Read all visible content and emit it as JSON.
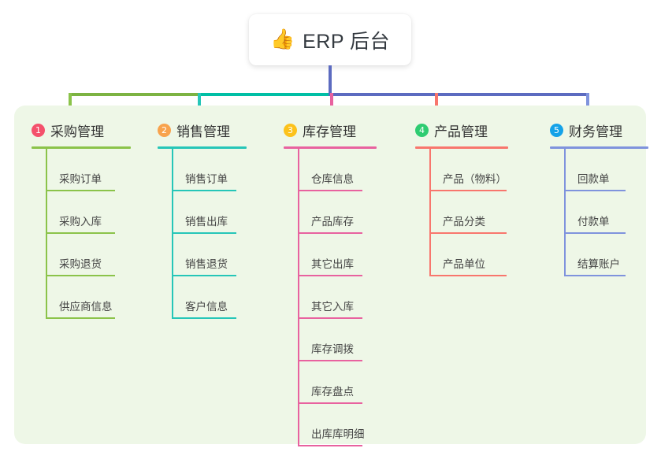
{
  "root": {
    "icon": "thumbs-up-icon",
    "icon_glyph": "👍",
    "title": "ERP 后台"
  },
  "panel": {
    "background": "#eef7e7"
  },
  "bus": {
    "segments": [
      {
        "name": "bus-green",
        "color": "#7cb342"
      },
      {
        "name": "bus-teal",
        "color": "#00bfa5"
      },
      {
        "name": "bus-blue",
        "color": "#5c6bc0"
      }
    ],
    "stem_color": "#5c6bc0"
  },
  "columns": [
    {
      "index": "1",
      "title": "采购管理",
      "badge_color": "#f4516c",
      "line_color": "#8bc34a",
      "items": [
        {
          "label": "采购订单"
        },
        {
          "label": "采购入库"
        },
        {
          "label": "采购退货"
        },
        {
          "label": "供应商信息"
        }
      ]
    },
    {
      "index": "2",
      "title": "销售管理",
      "badge_color": "#f8a34d",
      "line_color": "#26c6b8",
      "items": [
        {
          "label": "销售订单"
        },
        {
          "label": "销售出库"
        },
        {
          "label": "销售退货"
        },
        {
          "label": "客户信息"
        }
      ]
    },
    {
      "index": "3",
      "title": "库存管理",
      "badge_color": "#fcc21b",
      "line_color": "#e8629f",
      "items": [
        {
          "label": "仓库信息"
        },
        {
          "label": "产品库存"
        },
        {
          "label": "其它出库"
        },
        {
          "label": "其它入库"
        },
        {
          "label": "库存调拨"
        },
        {
          "label": "库存盘点"
        },
        {
          "label": "出库库明细"
        }
      ]
    },
    {
      "index": "4",
      "title": "产品管理",
      "badge_color": "#2ecc71",
      "line_color": "#f8766d",
      "items": [
        {
          "label": "产品（物料）"
        },
        {
          "label": "产品分类"
        },
        {
          "label": "产品单位"
        }
      ]
    },
    {
      "index": "5",
      "title": "财务管理",
      "badge_color": "#14a2e8",
      "line_color": "#7f93dd",
      "items": [
        {
          "label": "回款单"
        },
        {
          "label": "付款单"
        },
        {
          "label": "结算账户"
        }
      ]
    }
  ]
}
